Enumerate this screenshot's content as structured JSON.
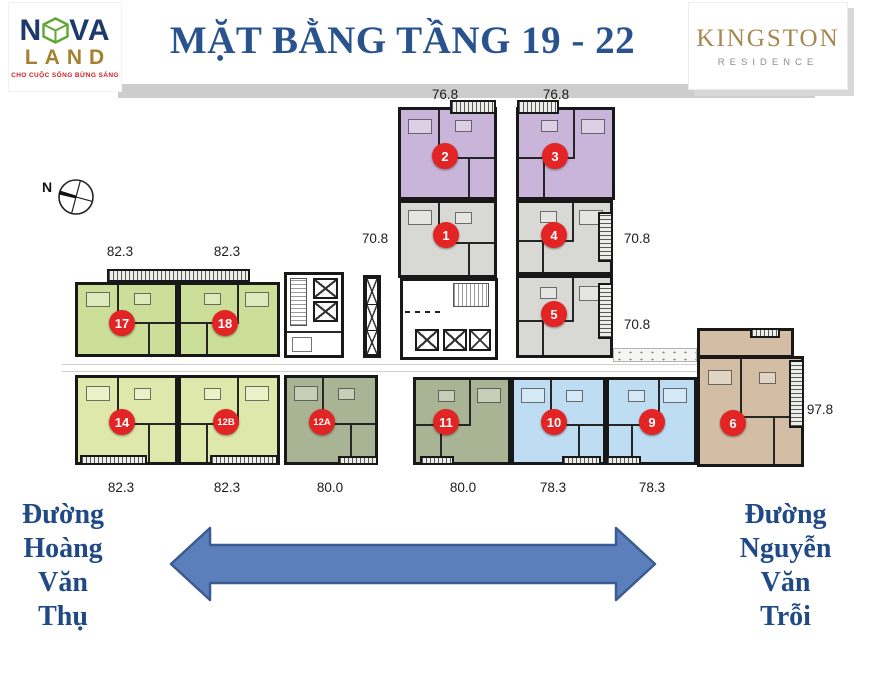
{
  "slide": {
    "title": "MẶT BẰNG TẦNG 19 - 22"
  },
  "logos": {
    "novaland": {
      "name_left": "N",
      "name_right": "VA",
      "name_sub": "LAND",
      "tagline": "CHO CUỘC SỐNG BỪNG SÁNG"
    },
    "kingston": {
      "name": "KINGSTON",
      "subtitle": "RESIDENCE"
    }
  },
  "compass": {
    "label": "N"
  },
  "plan": {
    "units": [
      {
        "id": "2",
        "area": "76.8",
        "color": "#c9b5d9"
      },
      {
        "id": "3",
        "area": "76.8",
        "color": "#c9b5d9"
      },
      {
        "id": "1",
        "area": "70.8",
        "color": "#d8d8d5"
      },
      {
        "id": "4",
        "area": "70.8",
        "color": "#d8d8d5"
      },
      {
        "id": "5",
        "area": "70.8",
        "color": "#d8d8d5"
      },
      {
        "id": "17",
        "area": "82.3",
        "color": "#cbdf98"
      },
      {
        "id": "18",
        "area": "82.3",
        "color": "#cbdf98"
      },
      {
        "id": "14",
        "area": "82.3",
        "color": "#dfe8ab"
      },
      {
        "id": "12B",
        "area": "82.3",
        "color": "#dfe8ab"
      },
      {
        "id": "12A",
        "area": "80.0",
        "color": "#a8b493"
      },
      {
        "id": "11",
        "area": "80.0",
        "color": "#a8b493"
      },
      {
        "id": "10",
        "area": "78.3",
        "color": "#bedcf2"
      },
      {
        "id": "9",
        "area": "78.3",
        "color": "#bedcf2"
      },
      {
        "id": "6",
        "area": "97.8",
        "color": "#d3bda4"
      }
    ]
  },
  "streets": {
    "left_lines": [
      "Đường",
      "Hoàng",
      "Văn",
      "Thụ"
    ],
    "right_lines": [
      "Đường",
      "Nguyễn",
      "Văn",
      "Trỗi"
    ]
  },
  "colors": {
    "title_blue": "#28538e",
    "street_blue": "#1f4a86",
    "badge_red": "#e32424",
    "arrow_fill": "#5b7fba",
    "arrow_stroke": "#3a5c92",
    "nova_navy": "#1d3a6b",
    "nova_gold": "#a5802e",
    "nova_tagline_red": "#cf1f1f",
    "nova_green": "#5fa832",
    "kingston_gold": "#a5874f",
    "kingston_gray": "#8d8d8d"
  }
}
